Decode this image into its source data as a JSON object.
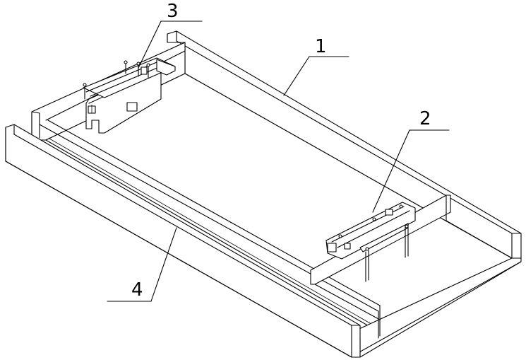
{
  "figure": {
    "background": "#ffffff",
    "line_color": "#000000"
  },
  "callouts": [
    {
      "id": "c1",
      "label": "1"
    },
    {
      "id": "c2",
      "label": "2"
    },
    {
      "id": "c3",
      "label": "3"
    },
    {
      "id": "c4",
      "label": "4"
    }
  ]
}
